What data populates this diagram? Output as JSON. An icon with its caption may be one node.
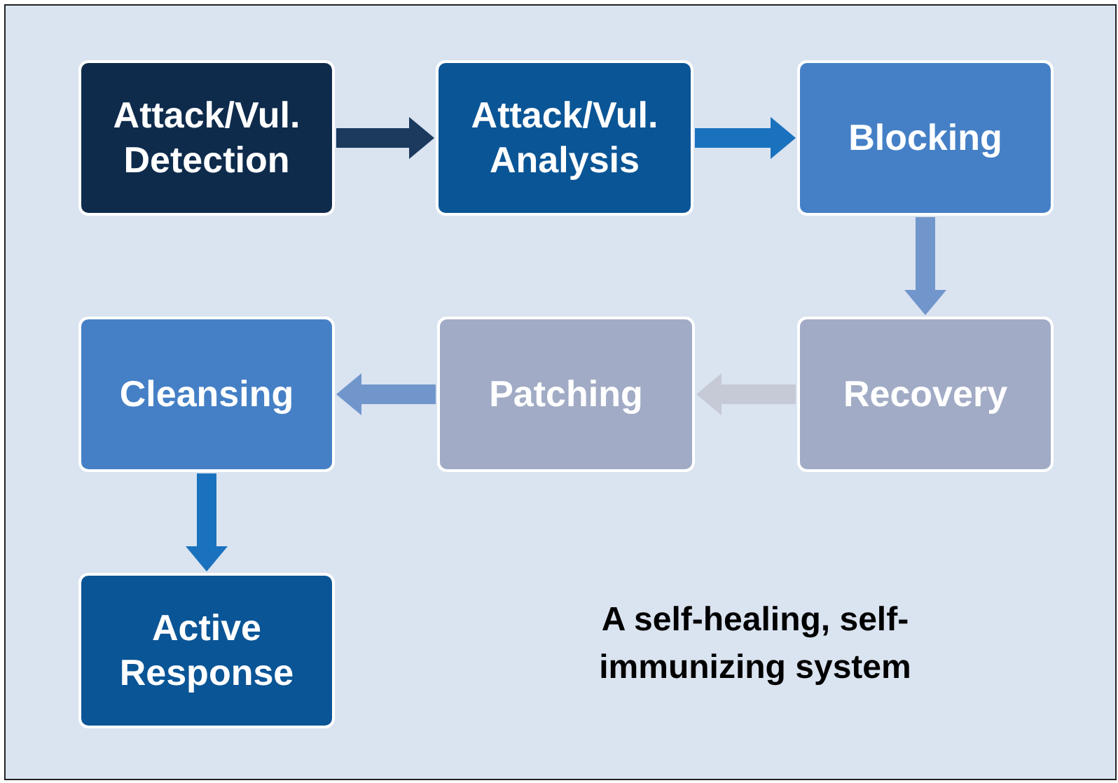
{
  "diagram": {
    "nodes": [
      {
        "text": [
          "Attack/Vul. Detection"
        ]
      },
      {
        "text": [
          "Attack/Vul. Analysis"
        ]
      },
      {
        "text": [
          "Blocking"
        ]
      },
      {
        "text": [
          "Recovery"
        ]
      },
      {
        "text": [
          "Patching"
        ]
      },
      {
        "text": [
          "Cleansing"
        ]
      },
      {
        "text": [
          "Active Response"
        ]
      }
    ],
    "edges": [
      {
        "from": 0,
        "to": 1,
        "arrow": "to",
        "color": "#1b3a5e"
      },
      {
        "from": 1,
        "to": 2,
        "arrow": "to",
        "color": "#1a72be"
      },
      {
        "from": 2,
        "to": 3,
        "arrow": "to",
        "color": "#7196cc"
      },
      {
        "from": 3,
        "to": 4,
        "arrow": "to",
        "color": "#c5cad6"
      },
      {
        "from": 4,
        "to": 5,
        "arrow": "to",
        "color": "#7196cc"
      },
      {
        "from": 5,
        "to": 6,
        "arrow": "to",
        "color": "#1a72be"
      }
    ],
    "labels": [
      "A self-healing, self-immunizing system"
    ]
  }
}
